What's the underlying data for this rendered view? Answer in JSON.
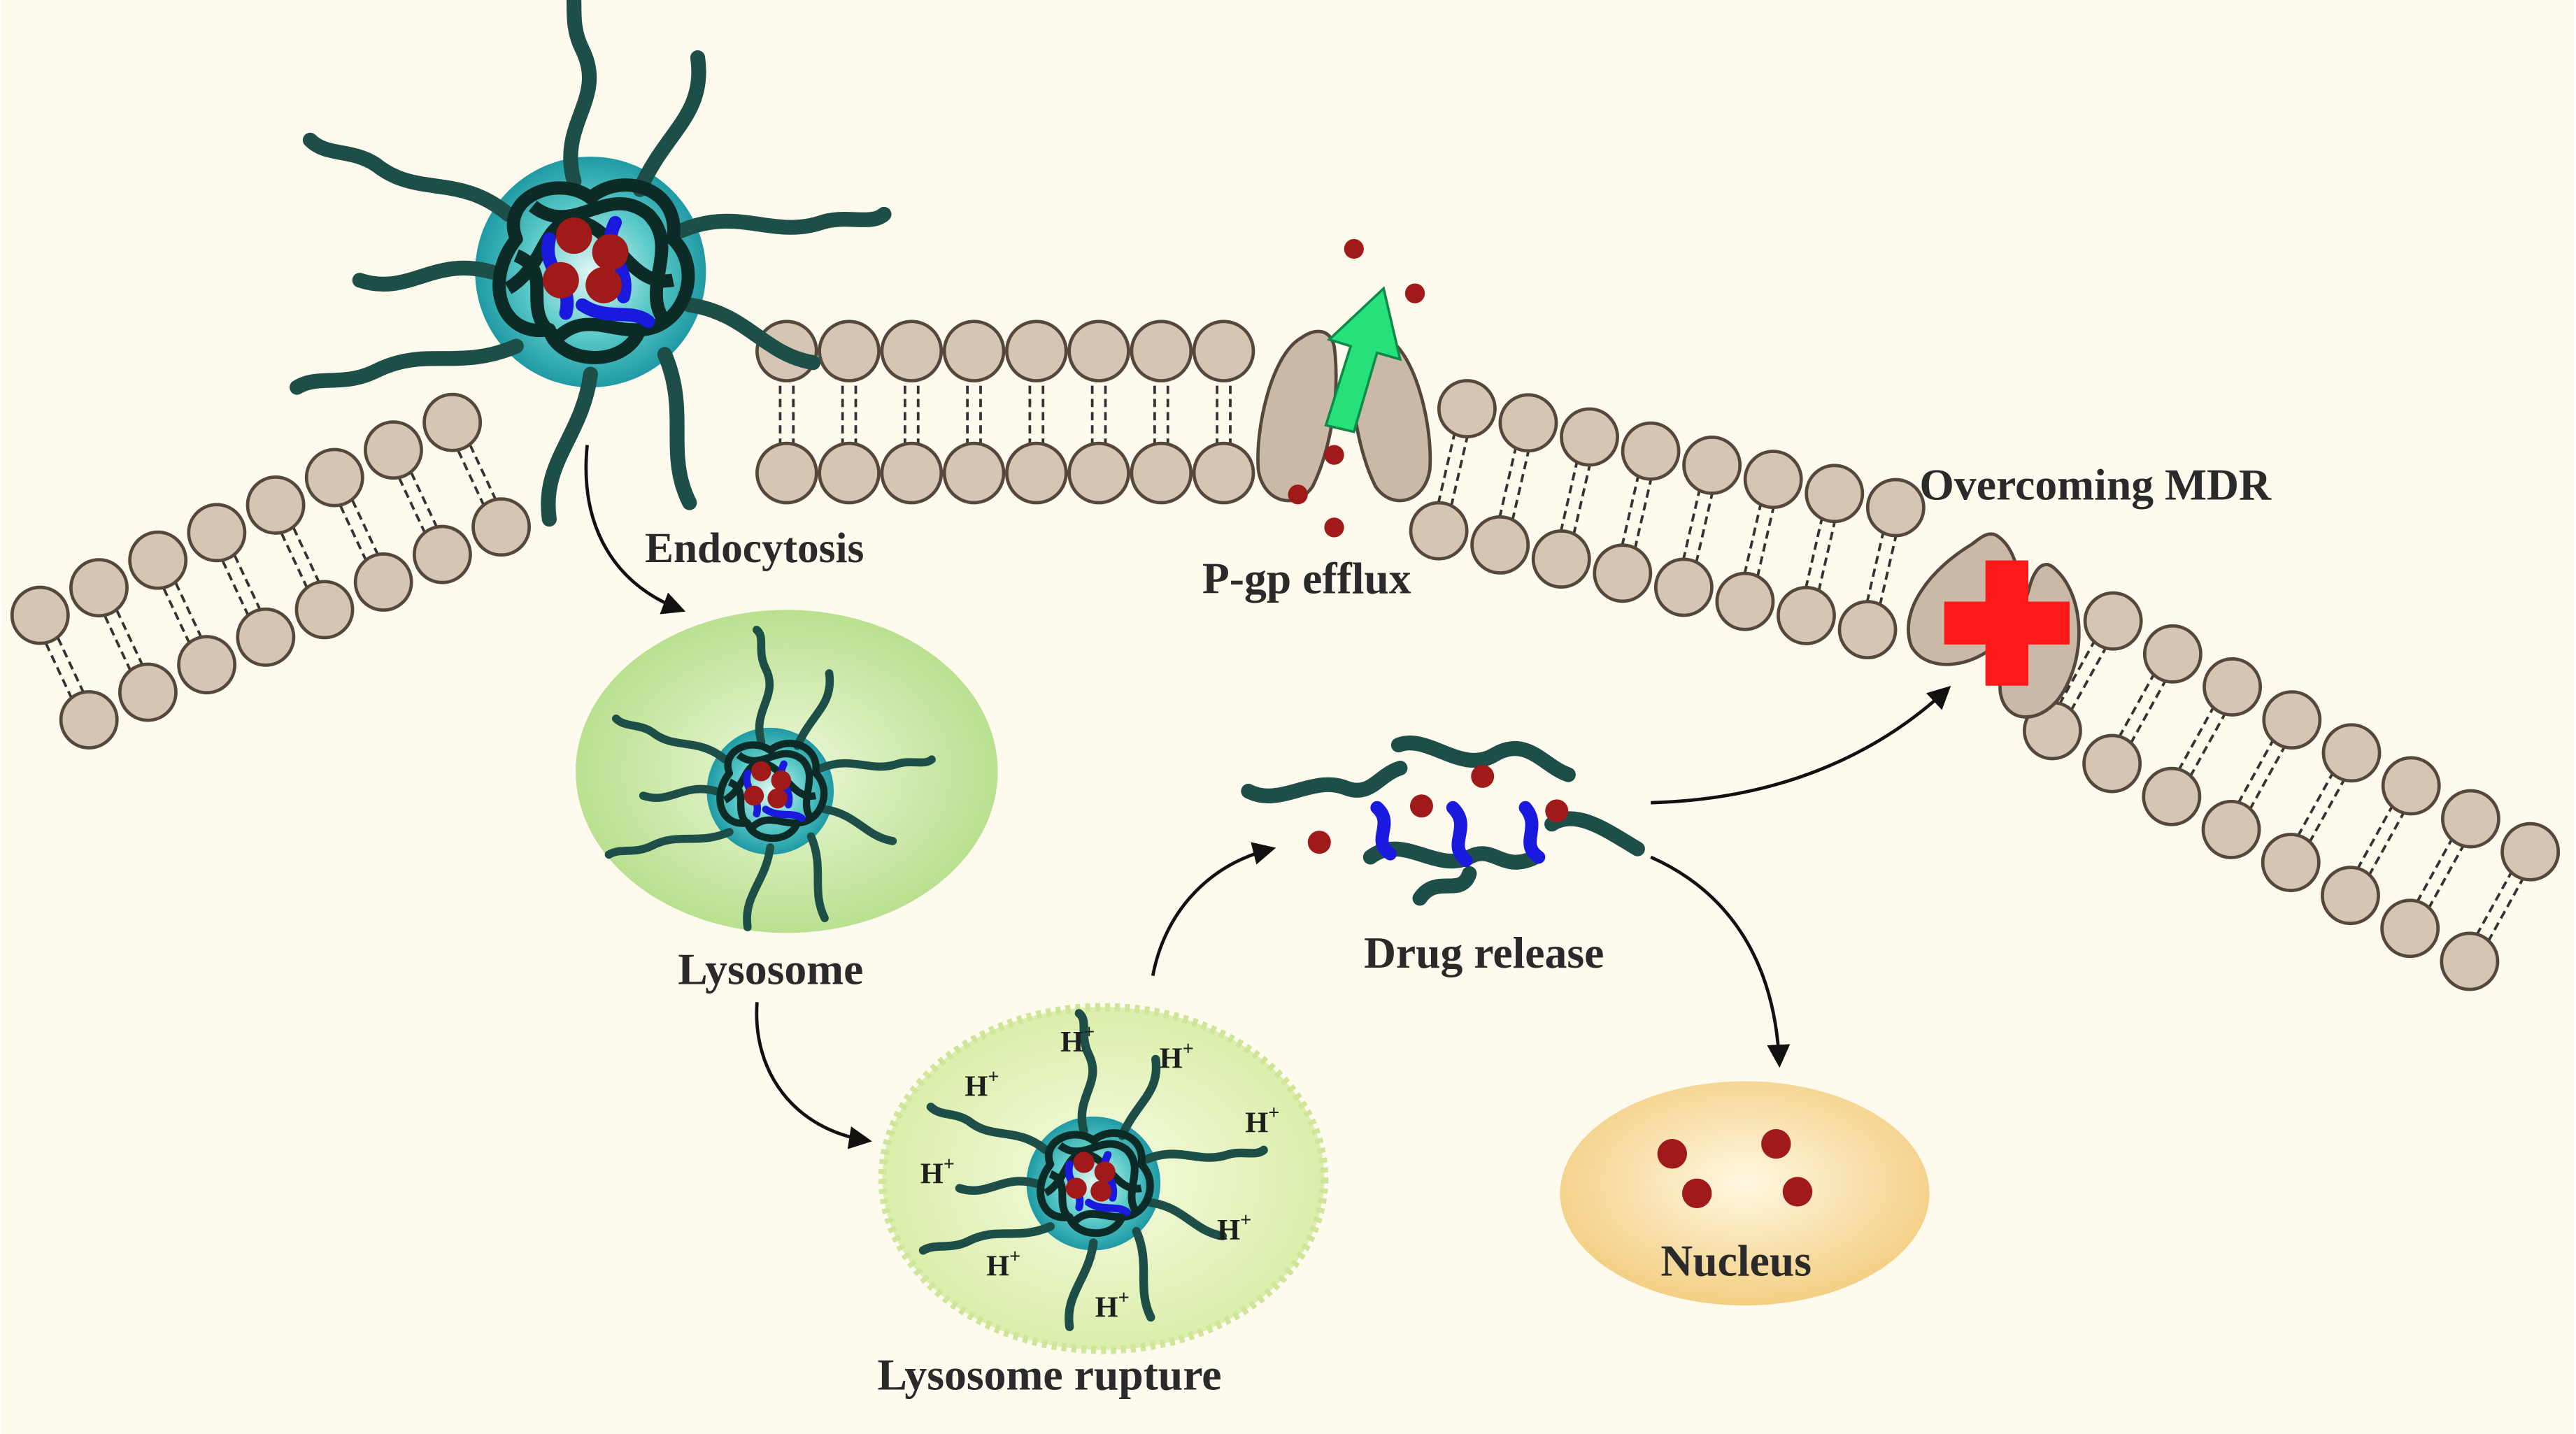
{
  "labels": {
    "endocytosis": "Endocytosis",
    "lysosome": "Lysosome",
    "lysosome_rupture": "Lysosome rupture",
    "drug_release": "Drug release",
    "nucleus": "Nucleus",
    "pgp_efflux": "P-gp efflux",
    "overcoming_mdr": "Overcoming MDR"
  },
  "proton": {
    "symbol": "H",
    "charge": "+"
  },
  "colors": {
    "background": "#fefbee",
    "lipid_head": "#d4c6b3",
    "lipid_outline": "#55473b",
    "polymer_chain": "#1d4f48",
    "polymer_core": "#0c2b27",
    "hydrophobic_segment": "#1a1adf",
    "drug": "#a01a1a",
    "micelle_core": "#2aa8b2",
    "lysosome_fill": "#c8e7a1",
    "rupture_fill": "#e7f3c0",
    "nucleus_fill": "#f7dba0",
    "efflux_arrow": "#26e07a",
    "block_cross": "#ff1818",
    "pump_fill": "#cbb9a8"
  },
  "icons": [
    "micelle-icon",
    "lipid-bilayer-icon",
    "pgp-pump-icon",
    "red-cross-icon",
    "efflux-arrow-icon",
    "process-arrow-icon"
  ]
}
